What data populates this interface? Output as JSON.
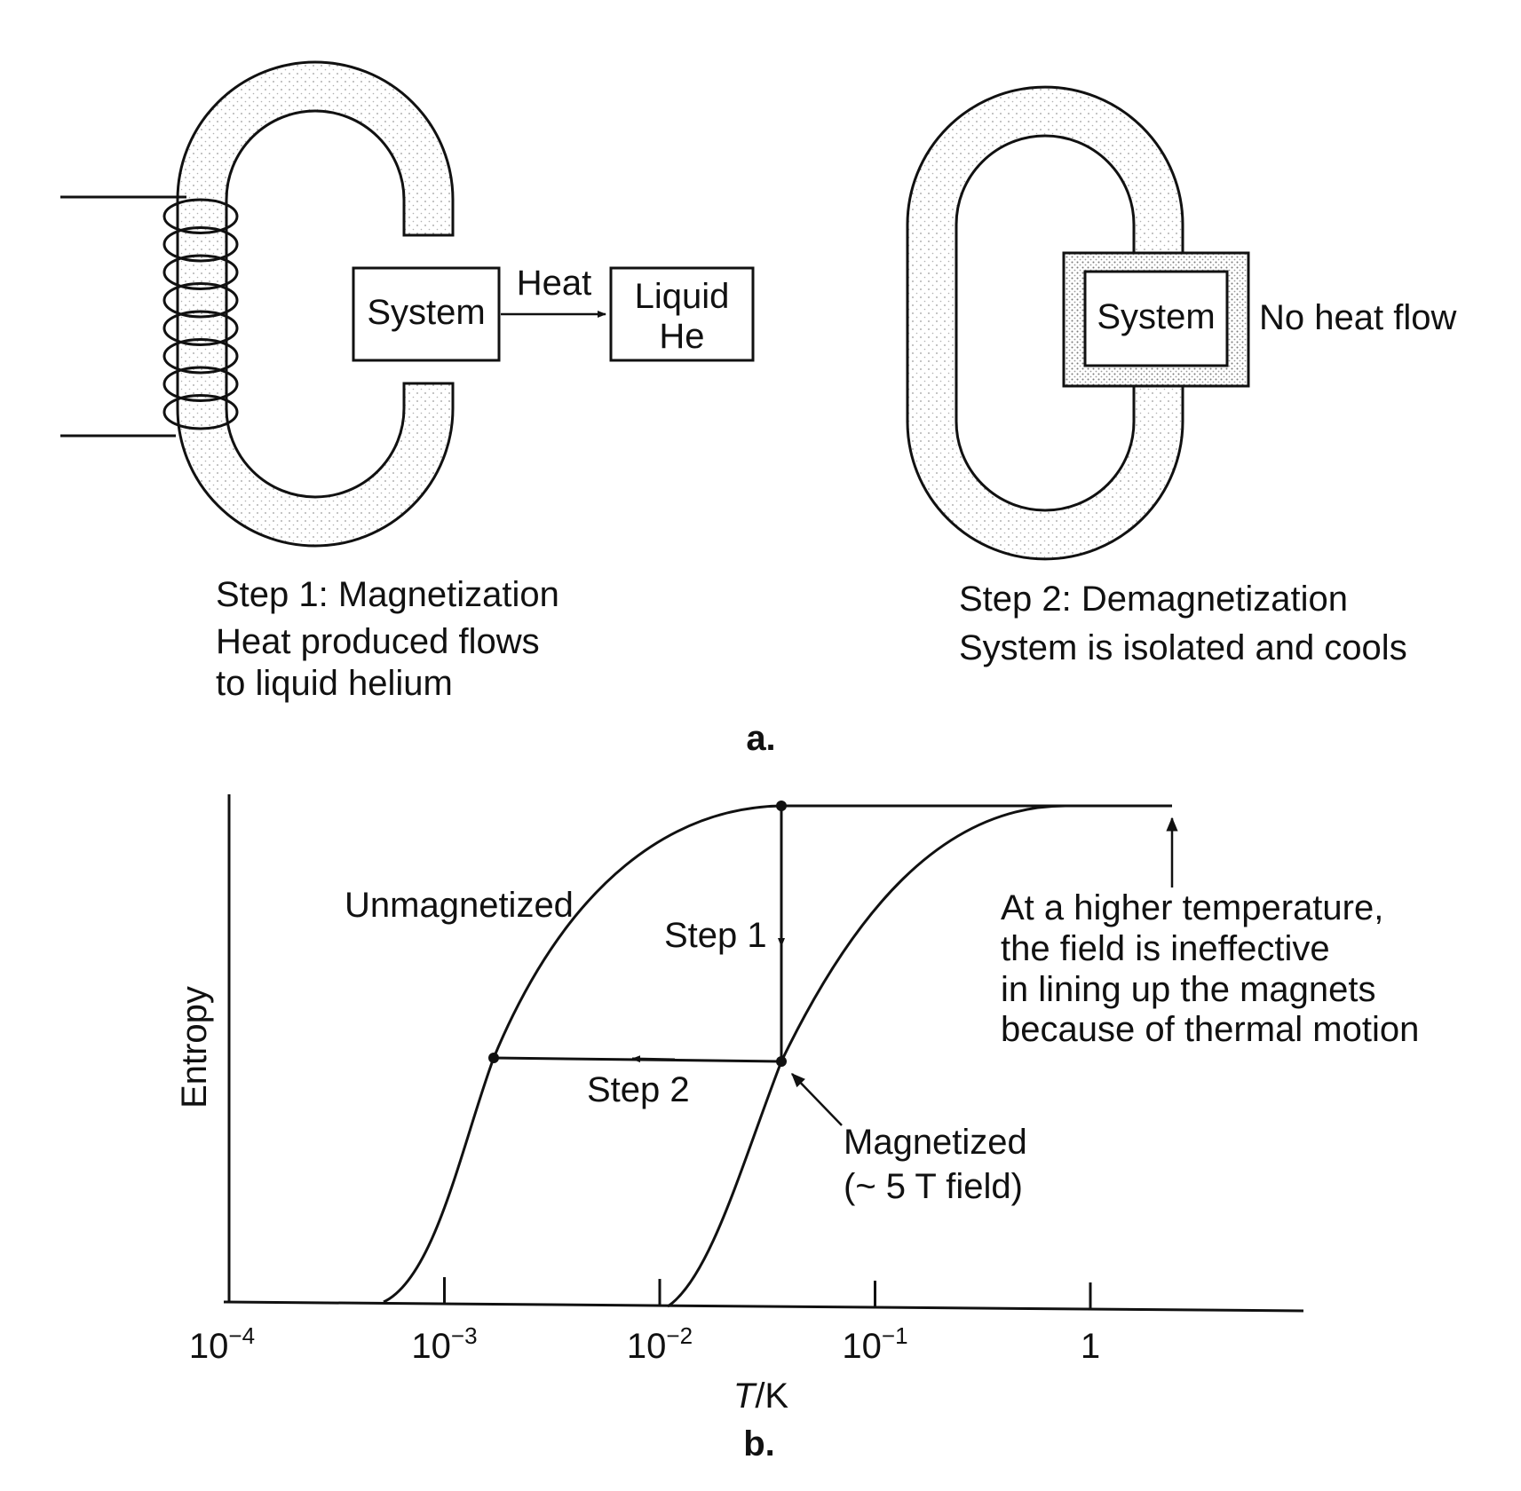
{
  "panel_a": {
    "step1": {
      "system_label": "System",
      "heat_label": "Heat",
      "reservoir_line1": "Liquid",
      "reservoir_line2": "He",
      "caption_title": "Step 1: Magnetization",
      "caption_line1": "Heat produced flows",
      "caption_line2": "to liquid helium"
    },
    "step2": {
      "system_label": "System",
      "no_heat_label": "No heat flow",
      "caption_title": "Step 2: Demagnetization",
      "caption_line1": "System is isolated and cools"
    },
    "panel_label": "a."
  },
  "panel_b": {
    "ylabel": "Entropy",
    "xlabel_italic": "T",
    "xlabel_rest": "/K",
    "panel_label": "b.",
    "tick_base": "10",
    "ticks": [
      {
        "exp": "−4",
        "value": -4
      },
      {
        "exp": "−3",
        "value": -3
      },
      {
        "exp": "−2",
        "value": -2
      },
      {
        "exp": "−1",
        "value": -1
      },
      {
        "exp": "",
        "value": 0,
        "text": "1"
      }
    ],
    "curve_unmagnetized": "Unmagnetized",
    "curve_magnetized_line1": "Magnetized",
    "curve_magnetized_line2": "(~ 5 T field)",
    "step1_label": "Step 1",
    "step2_label": "Step 2",
    "annotation_line1": "At a higher temperature,",
    "annotation_line2": "the field is ineffective",
    "annotation_line3": "in lining up the magnets",
    "annotation_line4": "because of thermal motion"
  }
}
